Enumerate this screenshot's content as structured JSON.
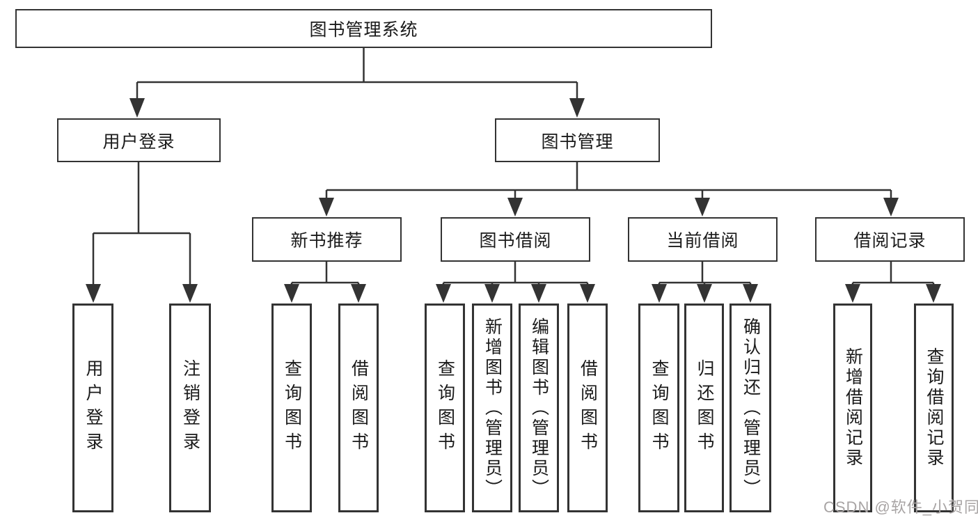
{
  "nodes": {
    "root": "图书管理系统",
    "level2": [
      "用户登录",
      "图书管理"
    ],
    "level3": [
      "新书推荐",
      "图书借阅",
      "当前借阅",
      "借阅记录"
    ],
    "leaves": [
      "用户登录",
      "注销登录",
      "查询图书",
      "借阅图书",
      "查询图书",
      "新增图书（管理员）",
      "编辑图书（管理员）",
      "借阅图书",
      "查询图书",
      "归还图书",
      "确认归还（管理员）",
      "新增借阅记录",
      "查询借阅记录"
    ]
  },
  "watermark": "CSDN @软件_小贺同学",
  "colors": {
    "line": "#333333",
    "text": "#1a1a1a",
    "box_background": "#ffffff",
    "watermark": "#a8a4a4"
  }
}
